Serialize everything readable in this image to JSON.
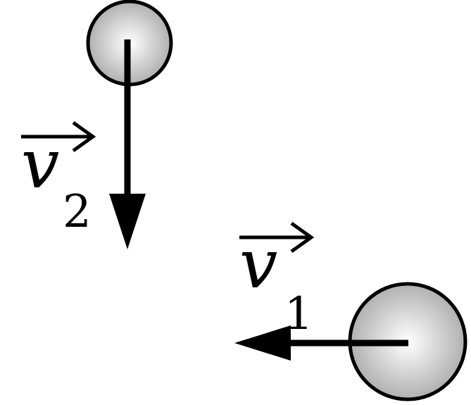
{
  "diagram": {
    "ball_small": {
      "fill_center": "#ffffff",
      "fill_edge": "#a8a8a8",
      "stroke": "#000000"
    },
    "ball_large": {
      "fill_center": "#ffffff",
      "fill_edge": "#a8a8a8",
      "stroke": "#000000"
    },
    "labels": {
      "v2_letter": "v",
      "v2_subscript": "2",
      "v1_letter": "v",
      "v1_subscript": "1"
    },
    "arrow_color": "#000000",
    "vector_arrows": {
      "v2": {
        "direction": "down"
      },
      "v1": {
        "direction": "left"
      }
    }
  }
}
